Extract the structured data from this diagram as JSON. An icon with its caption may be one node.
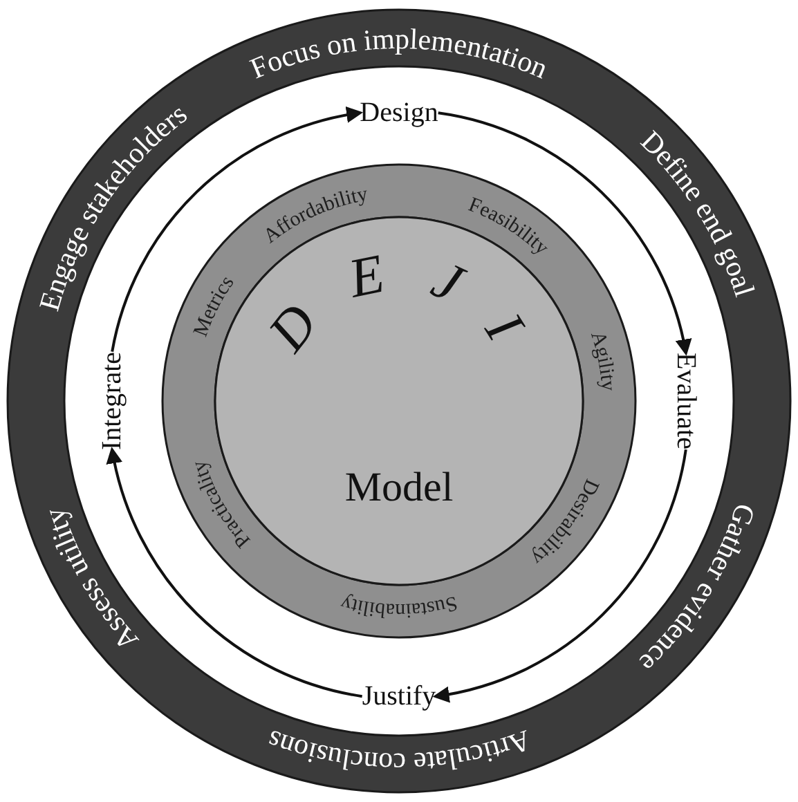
{
  "diagram": {
    "nodes": [
      {
        "text": [
          "Focus on implementation",
          "Define end goal",
          "Gather evidence",
          "Articulate conclusions",
          "Assess utility",
          "Engage stakeholders"
        ]
      },
      {
        "text": [
          "Design"
        ],
        "in": 0
      },
      {
        "text": [
          "Evaluate"
        ],
        "in": 0
      },
      {
        "text": [
          "Justify"
        ],
        "in": 0
      },
      {
        "text": [
          "Integrate"
        ],
        "in": 0
      },
      {
        "text": [
          "Affordability",
          "Feasibility",
          "Agility",
          "Desirability",
          "Sustainability",
          "Practicality",
          "Metrics"
        ],
        "in": 0
      },
      {
        "text": [
          "D E J I",
          "Model"
        ],
        "in": 5
      }
    ],
    "edges": [
      {
        "from": 1,
        "to": 2,
        "arrow": "to"
      },
      {
        "from": 2,
        "to": 3,
        "arrow": "to"
      },
      {
        "from": 3,
        "to": 4,
        "arrow": "to"
      },
      {
        "from": 4,
        "to": 1,
        "arrow": "to"
      }
    ]
  }
}
